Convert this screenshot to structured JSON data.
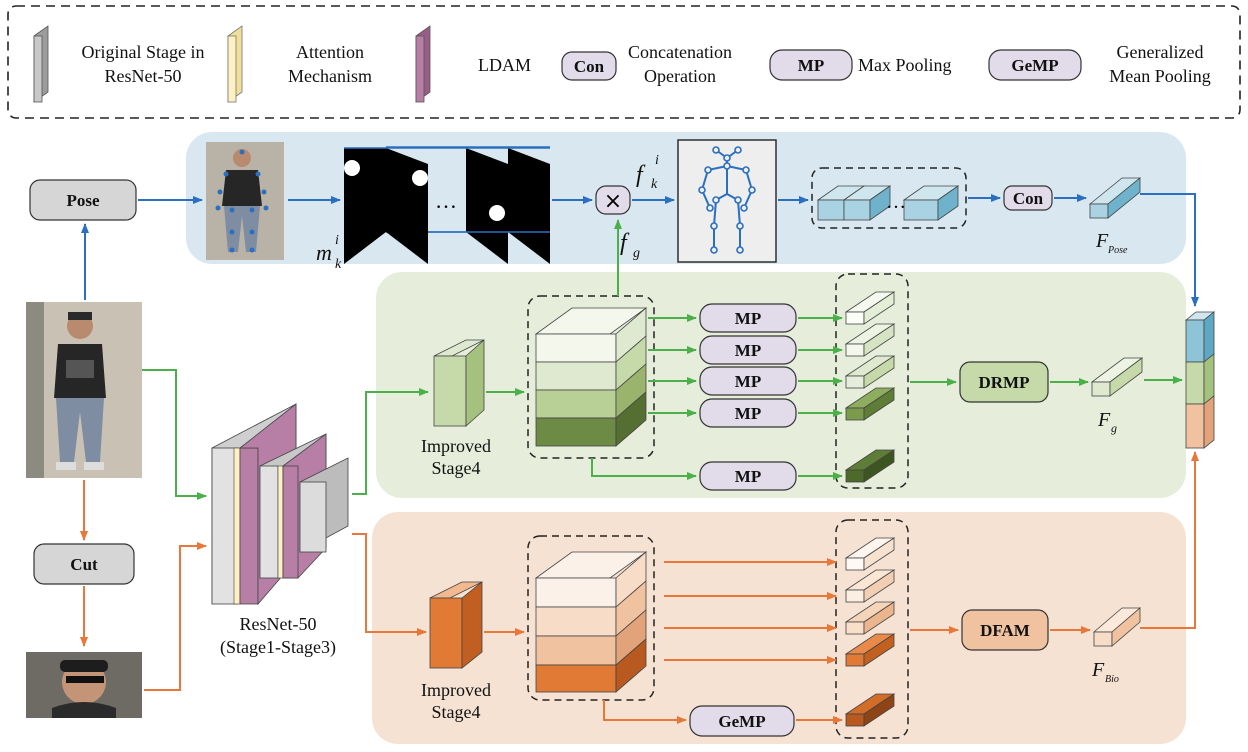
{
  "legend": {
    "stage_label_1": "Original Stage in",
    "stage_label_2": "ResNet-50",
    "attention_label_1": "Attention",
    "attention_label_2": "Mechanism",
    "ldam_label": "LDAM",
    "con_badge": "Con",
    "con_label_1": "Concatenation",
    "con_label_2": "Operation",
    "mp_badge": "MP",
    "mp_label": "Max Pooling",
    "gemp_badge": "GeMP",
    "gemp_label_1": "Generalized",
    "gemp_label_2": "Mean Pooling"
  },
  "blocks": {
    "pose": "Pose",
    "cut": "Cut",
    "con": "Con",
    "drmp": "DRMP",
    "dfam": "DFAM",
    "mp": "MP",
    "gemp": "GeMP",
    "multiply": "×",
    "ellipsis": "…"
  },
  "labels": {
    "resnet_1": "ResNet-50",
    "resnet_2": "(Stage1-Stage3)",
    "improved_1": "Improved",
    "improved_2": "Stage4",
    "improved_b1": "Improved",
    "improved_b2": "Stage4"
  },
  "math": {
    "m": "m",
    "m_sup": "i",
    "m_sub": "k",
    "f": "f",
    "f_sup": "i",
    "f_sub": "k",
    "fg": "f",
    "fg_sub": "g",
    "F_pose": "F",
    "F_pose_sub": "Pose",
    "F_g": "F",
    "F_g_sub": "g",
    "F_bio": "F",
    "F_bio_sub": "Bio"
  },
  "colors": {
    "blue_arrow": "#2a6fc0",
    "green_arrow": "#4cb04a",
    "orange_arrow": "#e8773a",
    "blue_panel": "#d9e8f0",
    "green_panel": "#e6eedb",
    "orange_panel": "#f6e2d3",
    "gray_stage": "#d6d6d6",
    "attention": "#fdf0c2",
    "ldam": "#b77fa5",
    "pill": "#e2dcea"
  }
}
